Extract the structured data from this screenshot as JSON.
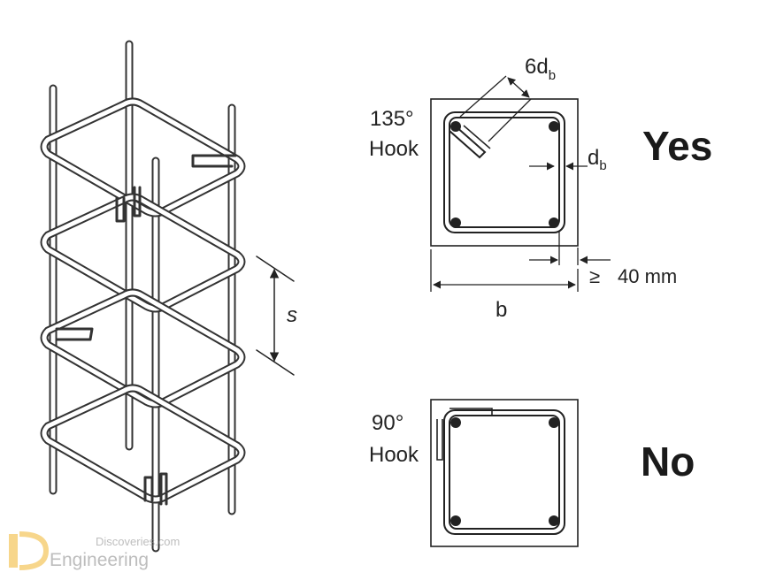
{
  "cage": {
    "spacing_label": "s"
  },
  "section_hook135": {
    "angle_label": "135°",
    "hook_label": "Hook",
    "extension_label": "6d",
    "extension_sub": "b",
    "cover_bar_label": "d",
    "cover_bar_sub": "b",
    "cover_min_symbol": "≥",
    "cover_min_value": "40 mm",
    "width_label": "b",
    "verdict": "Yes"
  },
  "section_hook90": {
    "angle_label": "90°",
    "hook_label": "Hook",
    "verdict": "No"
  },
  "watermark": {
    "line1": "Discoveries.com",
    "line2": "Engineering"
  }
}
